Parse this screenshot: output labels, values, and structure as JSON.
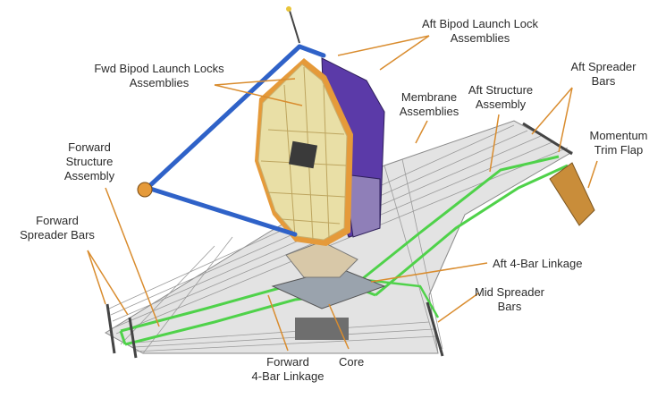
{
  "labels": {
    "aft_bipod": "Aft Bipod Launch Lock\nAssemblies",
    "fwd_bipod": "Fwd Bipod Launch Locks\nAssemblies",
    "membrane": "Membrane\nAssemblies",
    "aft_structure": "Aft Structure\nAssembly",
    "aft_spreader": "Aft Spreader\nBars",
    "momentum_trim": "Momentum\nTrim Flap",
    "forward_structure": "Forward\nStructure\nAssembly",
    "forward_spreader": "Forward\nSpreader Bars",
    "aft_4bar": "Aft 4-Bar Linkage",
    "mid_spreader": "Mid Spreader\nBars",
    "core": "Core",
    "forward_4bar": "Forward\n4-Bar Linkage"
  },
  "colors": {
    "leader": "#d98c2e",
    "sunshield_green": "#4fd24a",
    "sunshield_gray": "#c9c9c9",
    "mirror_gold": "#e9dfa6",
    "mirror_edge": "#e59a3a",
    "structure_blue": "#2f62c8",
    "instrument_purple": "#5b3aa8",
    "trim_flap": "#c98d3a"
  }
}
